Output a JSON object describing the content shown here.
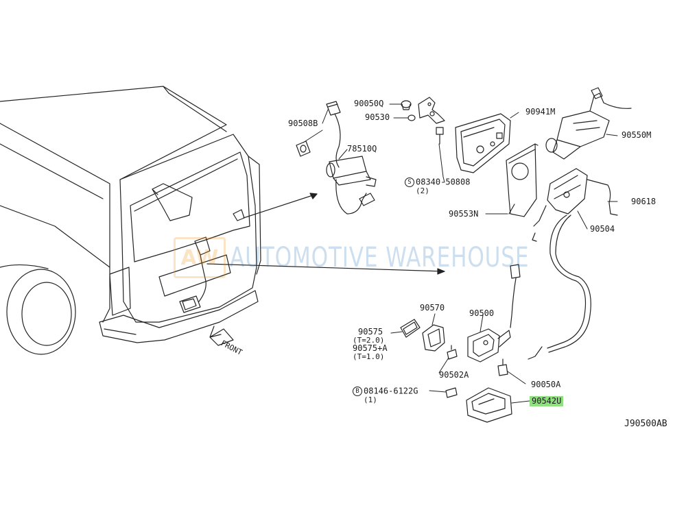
{
  "diagram": {
    "code": "J90500AB",
    "front_label": "FRONT",
    "watermark": {
      "logo": "AW",
      "text": "AUTOMOTIVE WAREHOUSE"
    },
    "parts": {
      "p90050Q": "90050Q",
      "p90530": "90530",
      "p90941M": "90941M",
      "p90508B": "90508B",
      "p78510Q": "78510Q",
      "p90550M": "90550M",
      "s08340_circle": "S",
      "s08340": "08340-50808",
      "s08340_qty": "(2)",
      "p90618": "90618",
      "p90553N": "90553N",
      "p90504": "90504",
      "p90570": "90570",
      "p90500": "90500",
      "p90575": "90575",
      "p90575_t": "(T=2.0)",
      "p90575A": "90575+A",
      "p90575A_t": "(T=1.0)",
      "p90502A": "90502A",
      "p90050A": "90050A",
      "b08146_circle": "B",
      "b08146": "08146-6122G",
      "b08146_qty": "(1)",
      "p90542U": "90542U"
    },
    "highlight_color": "#8fe07f"
  }
}
